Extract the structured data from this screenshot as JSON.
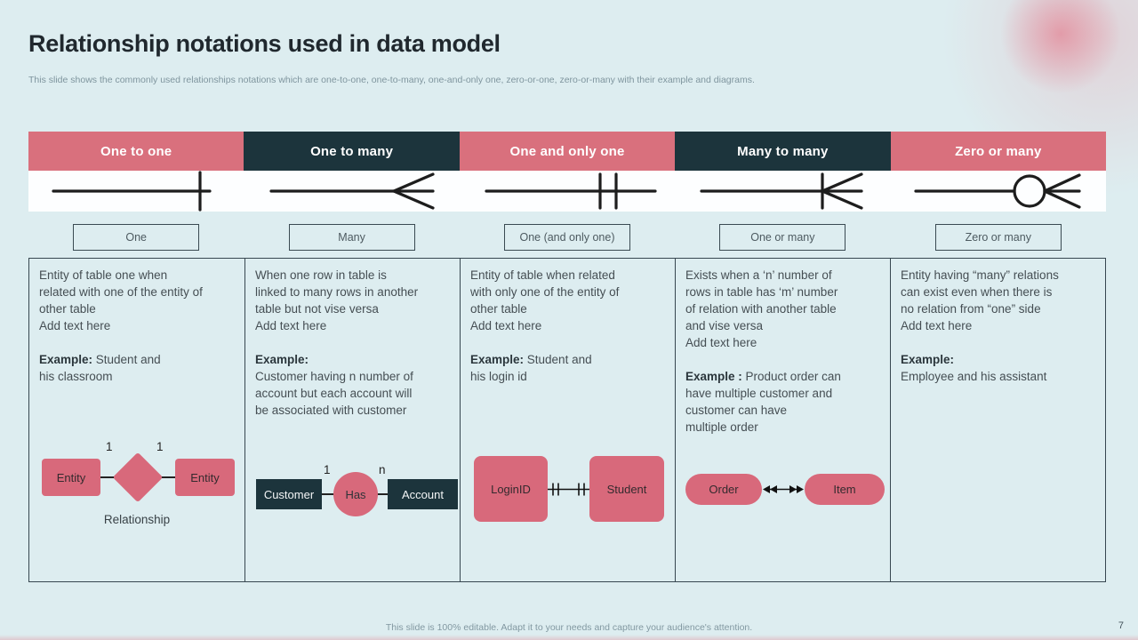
{
  "slide": {
    "title": "Relationship notations used in data model",
    "subtitle": "This slide shows the commonly used relationships notations which are one-to-one, one-to-many, one-and-only one, zero-or-one, zero-or-many with their example and diagrams.",
    "footer": "This slide is 100% editable.  Adapt it to your needs and capture your audience's attention.",
    "page_number": "7"
  },
  "colors": {
    "accent_pink": "#d9707d",
    "accent_dark": "#1c343c",
    "background": "#ddedf0",
    "body_text": "#454e53"
  },
  "columns": [
    {
      "header": "One to one",
      "notation_icon": "one-to-one-single-tick",
      "label": "One",
      "description": "Entity of table one when\nrelated with one of the entity of\nother table",
      "add_text": "Add text here",
      "example_label": "Example:",
      "example_text": " Student and\nhis classroom",
      "diagram": {
        "left": "Entity",
        "right": "Entity",
        "left_num": "1",
        "right_num": "1",
        "caption": "Relationship"
      }
    },
    {
      "header": "One to many",
      "notation_icon": "one-to-many-crow-foot",
      "label": "Many",
      "description": "When one row in table  is\nlinked to many rows in another\ntable  but not vise versa",
      "add_text": "Add text here",
      "example_label": "Example:",
      "example_text": "\nCustomer having n number of\naccount but each account will\nbe associated with customer",
      "diagram": {
        "left": "Customer",
        "middle": "Has",
        "right": "Account",
        "left_num": "1",
        "right_num": "n"
      }
    },
    {
      "header": "One and only one",
      "notation_icon": "one-and-only-one-double-tick",
      "label": "One (and only one)",
      "description": "Entity of table when related\nwith only one of the entity of\nother table",
      "add_text": "Add text here",
      "example_label": "Example:",
      "example_text": " Student and\nhis login id",
      "diagram": {
        "left": "LoginID",
        "right": "Student"
      }
    },
    {
      "header": "Many to many",
      "notation_icon": "many-to-many-tick-crow-foot",
      "label": "One or many",
      "description": "Exists when a ‘n’ number of\nrows in table  has ‘m’ number\nof relation with another table\nand vise versa",
      "add_text": "Add text here",
      "example_label": "Example :",
      "example_text": " Product order can\nhave multiple customer and\ncustomer can have\nmultiple order",
      "diagram": {
        "left": "Order",
        "right": "Item"
      }
    },
    {
      "header": "Zero or many",
      "notation_icon": "zero-or-many-circle-crow-foot",
      "label": "Zero or many",
      "description": "Entity having “many” relations\ncan exist even when there is\nno relation from “one” side",
      "add_text": "Add text here",
      "example_label": "Example:",
      "example_text": "\nEmployee and his assistant",
      "diagram": null
    }
  ]
}
